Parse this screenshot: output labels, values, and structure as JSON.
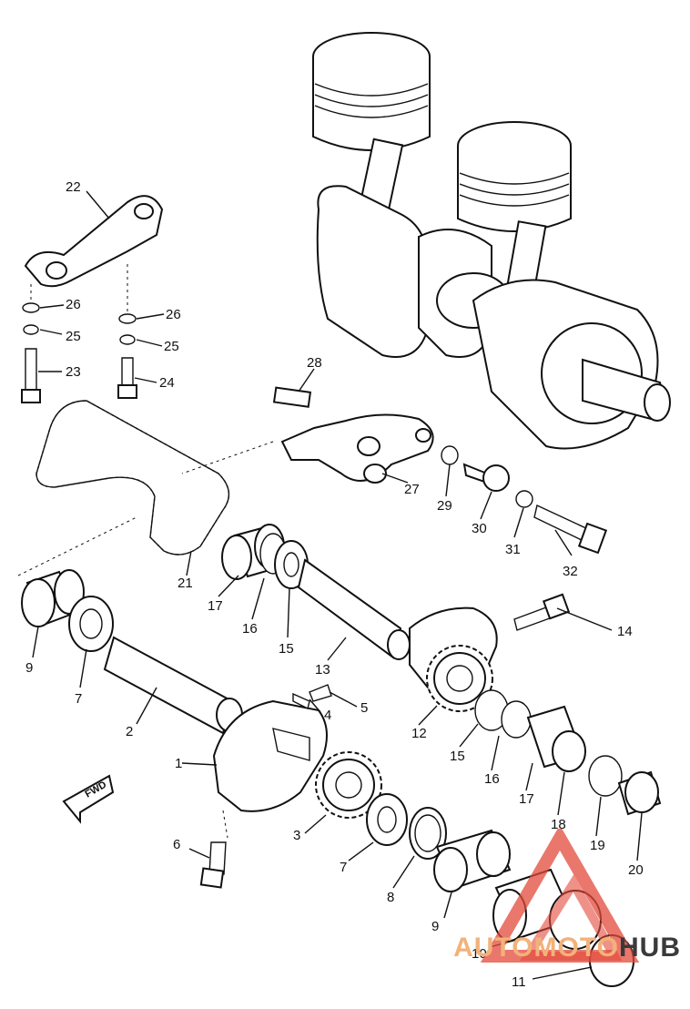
{
  "watermark": {
    "part1": "AUTOMOTO",
    "part2": "HUB"
  },
  "fwd_badge": "FWD",
  "colors": {
    "ink": "#111111",
    "watermark_orange": "#f2b27a",
    "watermark_red": "#e24a3b",
    "watermark_dark": "#3a3a3a"
  },
  "callouts": [
    {
      "id": "c1",
      "text": "1"
    },
    {
      "id": "c2",
      "text": "2"
    },
    {
      "id": "c3",
      "text": "3"
    },
    {
      "id": "c4",
      "text": "4"
    },
    {
      "id": "c5",
      "text": "5"
    },
    {
      "id": "c6",
      "text": "6"
    },
    {
      "id": "c7a",
      "text": "7"
    },
    {
      "id": "c7b",
      "text": "7"
    },
    {
      "id": "c8",
      "text": "8"
    },
    {
      "id": "c9a",
      "text": "9"
    },
    {
      "id": "c9b",
      "text": "9"
    },
    {
      "id": "c10",
      "text": "10"
    },
    {
      "id": "c11",
      "text": "11"
    },
    {
      "id": "c12",
      "text": "12"
    },
    {
      "id": "c13",
      "text": "13"
    },
    {
      "id": "c14",
      "text": "14"
    },
    {
      "id": "c15a",
      "text": "15"
    },
    {
      "id": "c15b",
      "text": "15"
    },
    {
      "id": "c16a",
      "text": "16"
    },
    {
      "id": "c16b",
      "text": "16"
    },
    {
      "id": "c17a",
      "text": "17"
    },
    {
      "id": "c17b",
      "text": "17"
    },
    {
      "id": "c18",
      "text": "18"
    },
    {
      "id": "c19",
      "text": "19"
    },
    {
      "id": "c20",
      "text": "20"
    },
    {
      "id": "c21",
      "text": "21"
    },
    {
      "id": "c22",
      "text": "22"
    },
    {
      "id": "c23",
      "text": "23"
    },
    {
      "id": "c24",
      "text": "24"
    },
    {
      "id": "c25a",
      "text": "25"
    },
    {
      "id": "c25b",
      "text": "25"
    },
    {
      "id": "c26a",
      "text": "26"
    },
    {
      "id": "c26b",
      "text": "26"
    },
    {
      "id": "c27",
      "text": "27"
    },
    {
      "id": "c28",
      "text": "28"
    },
    {
      "id": "c29",
      "text": "29"
    },
    {
      "id": "c30",
      "text": "30"
    },
    {
      "id": "c31",
      "text": "31"
    },
    {
      "id": "c32",
      "text": "32"
    }
  ]
}
